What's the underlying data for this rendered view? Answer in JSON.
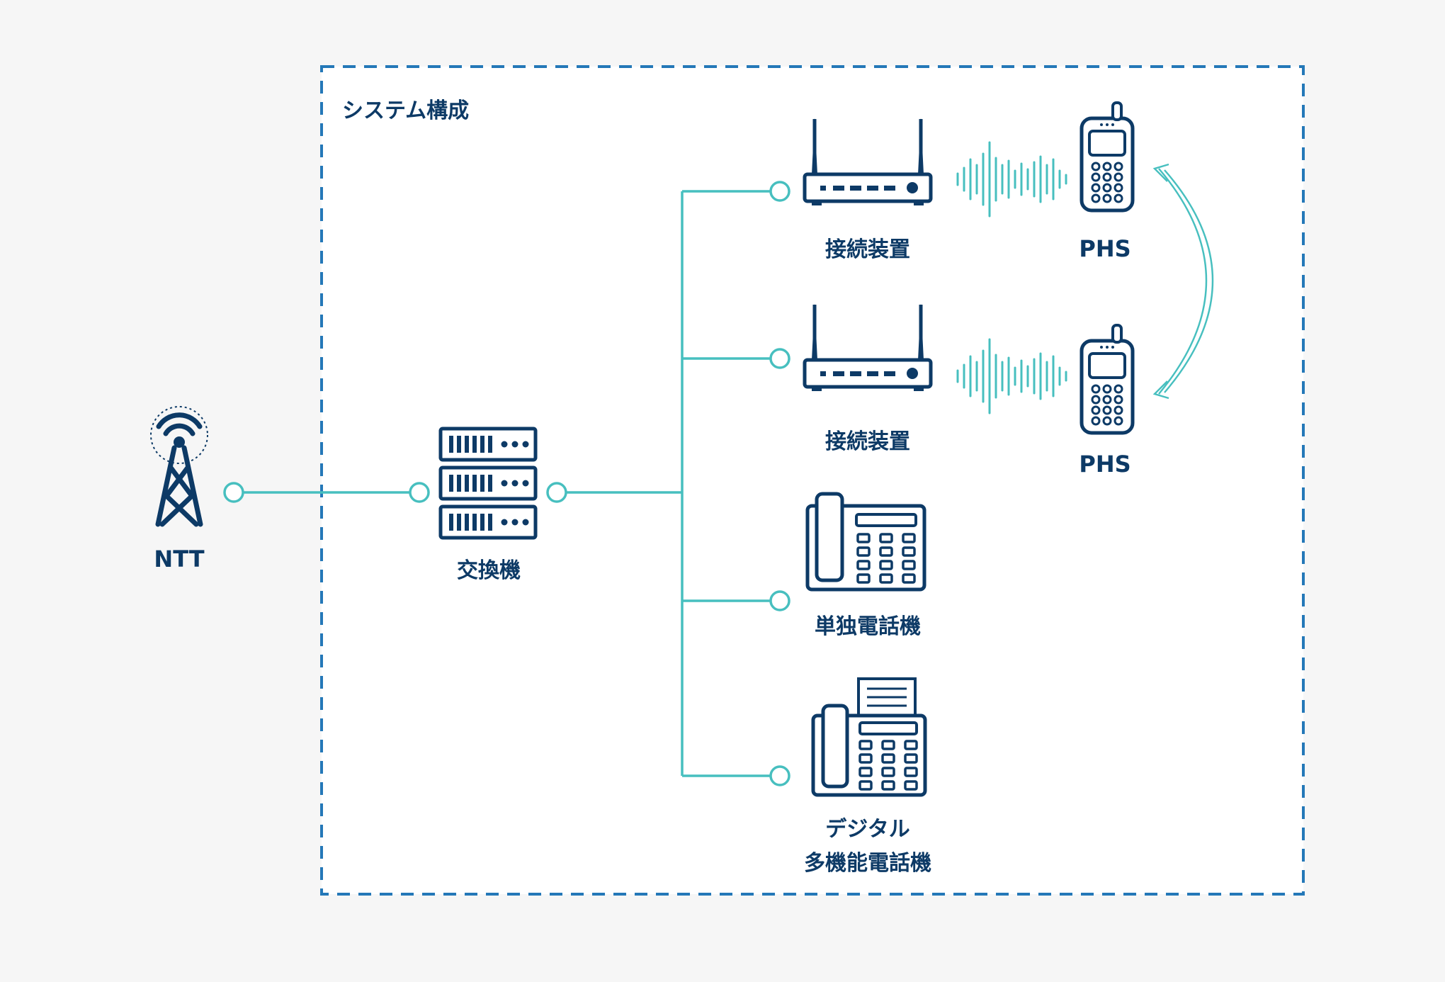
{
  "system_box": {
    "title": "システム構成"
  },
  "nodes": {
    "ntt": {
      "label": "NTT",
      "icon": "radio-tower-icon"
    },
    "exchange": {
      "label": "交換機",
      "icon": "server-rack-icon"
    },
    "device1": {
      "label": "接続装置",
      "icon": "router-icon"
    },
    "device2": {
      "label": "接続装置",
      "icon": "router-icon"
    },
    "phs1": {
      "label": "PHS",
      "icon": "phs-phone-icon"
    },
    "phs2": {
      "label": "PHS",
      "icon": "phs-phone-icon"
    },
    "single_phone": {
      "label": "単独電話機",
      "icon": "desk-phone-icon"
    },
    "digital_phone": {
      "label_line1": "デジタル",
      "label_line2": "多機能電話機",
      "icon": "fax-phone-icon"
    }
  },
  "colors": {
    "background": "#f6f6f6",
    "box_fill": "#ffffff",
    "box_border": "#2478b8",
    "navy": "#0d3a66",
    "teal": "#47bfbf"
  }
}
